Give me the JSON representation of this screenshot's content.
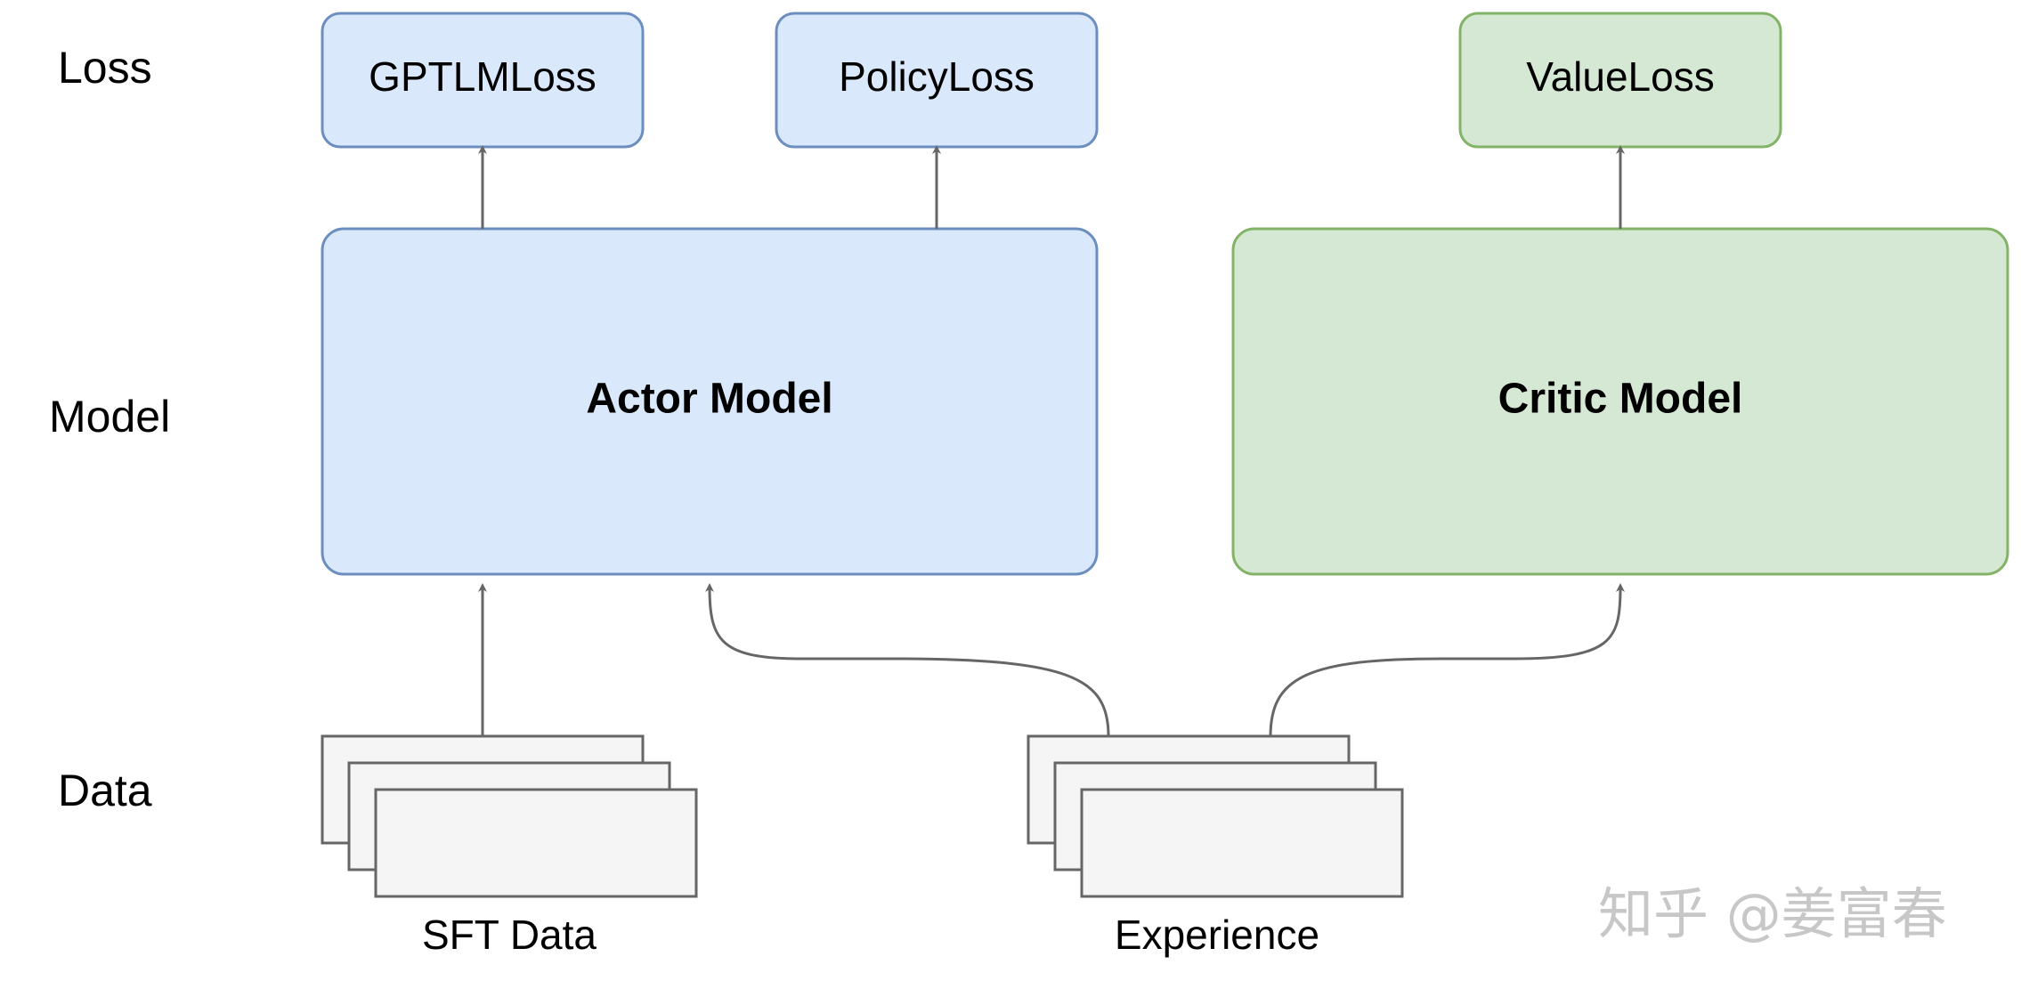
{
  "rows": {
    "loss": "Loss",
    "model": "Model",
    "data": "Data"
  },
  "losses": {
    "gptlm": "GPTLMLoss",
    "policy": "PolicyLoss",
    "value": "ValueLoss"
  },
  "models": {
    "actor": "Actor Model",
    "critic": "Critic Model"
  },
  "data": {
    "sft": "SFT Data",
    "experience": "Experience"
  },
  "watermark": "知乎 @姜富春",
  "colors": {
    "blue_fill": "#dae8fc",
    "blue_stroke": "#6c8ebf",
    "green_fill": "#d5e8d4",
    "green_stroke": "#82b366",
    "data_fill": "#f5f5f5",
    "data_stroke": "#666666",
    "arrow": "#666666"
  }
}
